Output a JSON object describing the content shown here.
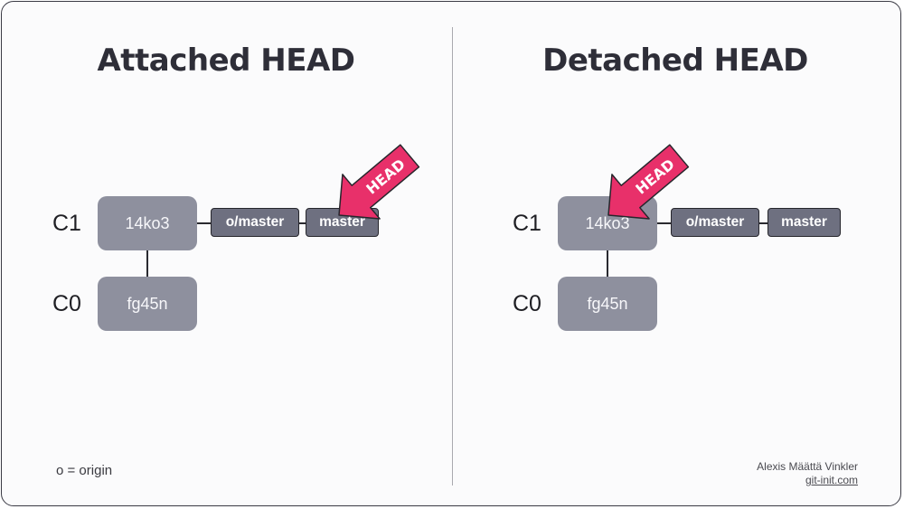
{
  "panels": {
    "attached": {
      "title": "Attached HEAD",
      "rows": [
        "C1",
        "C0"
      ],
      "commits": [
        "14ko3",
        "fg45n"
      ],
      "branches": [
        "o/master",
        "master"
      ],
      "head_label": "HEAD"
    },
    "detached": {
      "title": "Detached HEAD",
      "rows": [
        "C1",
        "C0"
      ],
      "commits": [
        "14ko3",
        "fg45n"
      ],
      "branches": [
        "o/master",
        "master"
      ],
      "head_label": "HEAD"
    }
  },
  "footer": {
    "legend": "o = origin",
    "author": "Alexis Määttä Vinkler",
    "site": "git-init.com"
  },
  "colors": {
    "commit": "#8e909e",
    "branch": "#6e7080",
    "head_arrow": "#e8306a",
    "title": "#2e2e38"
  }
}
